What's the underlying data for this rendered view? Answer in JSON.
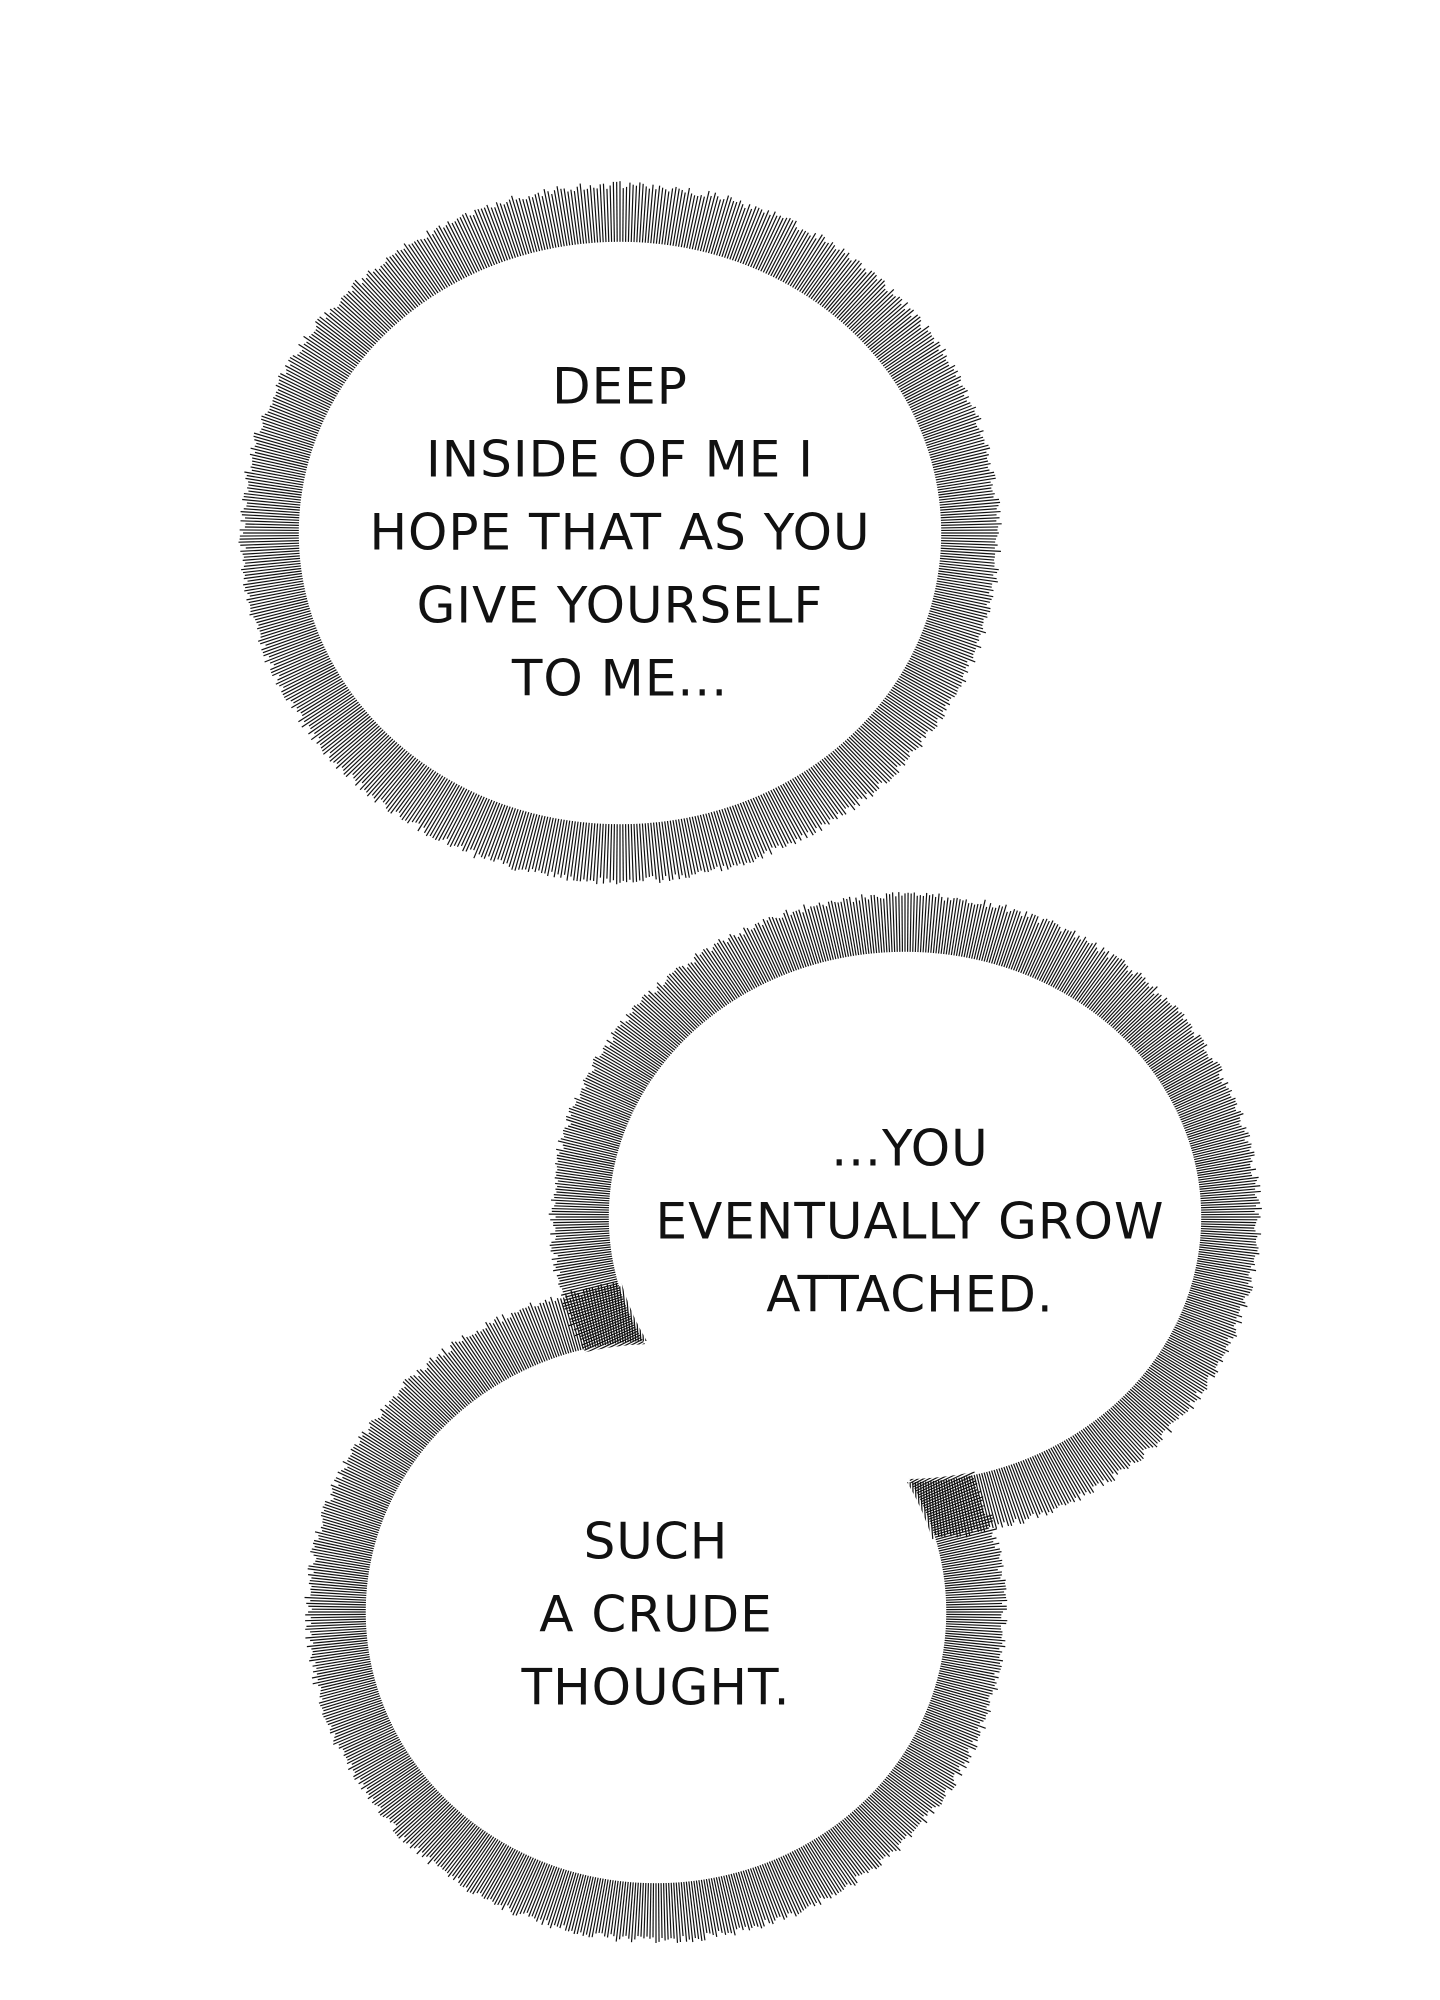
{
  "bubbles": [
    {
      "lines": [
        "DEEP",
        "INSIDE OF ME I",
        "HOPE THAT AS YOU",
        "GIVE YOURSELF",
        "TO ME..."
      ]
    },
    {
      "lines": [
        "...YOU",
        "EVENTUALLY GROW",
        "ATTACHED."
      ]
    },
    {
      "lines": [
        "SUCH",
        "A CRUDE",
        "THOUGHT."
      ]
    }
  ],
  "colors": {
    "ink": "#111111",
    "paper": "#ffffff"
  }
}
